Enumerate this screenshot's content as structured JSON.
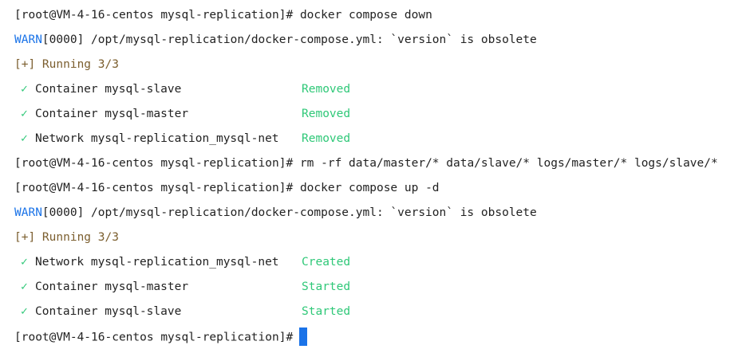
{
  "prompt": "[root@VM-4-16-centos mysql-replication]#",
  "lines": {
    "l1": {
      "command": "docker compose down"
    },
    "l2": {
      "tag": "WARN",
      "rest": "[0000] /opt/mysql-replication/docker-compose.yml: `version` is obsolete"
    },
    "l3": {
      "text": "[+] Running 3/3"
    },
    "l4": {
      "label": "Container mysql-slave",
      "status": "Removed"
    },
    "l5": {
      "label": "Container mysql-master",
      "status": "Removed"
    },
    "l6": {
      "label": "Network mysql-replication_mysql-net",
      "status": "Removed"
    },
    "l7": {
      "command": "rm -rf data/master/* data/slave/* logs/master/* logs/slave/*"
    },
    "l8": {
      "command": "docker compose up -d"
    },
    "l9": {
      "tag": "WARN",
      "rest": "[0000] /opt/mysql-replication/docker-compose.yml: `version` is obsolete"
    },
    "l10": {
      "text": "[+] Running 3/3"
    },
    "l11": {
      "label": "Network mysql-replication_mysql-net",
      "status": "Created"
    },
    "l12": {
      "label": "Container mysql-master",
      "status": "Started"
    },
    "l13": {
      "label": "Container mysql-slave",
      "status": "Started"
    }
  },
  "check_glyph": "✓",
  "colors": {
    "warn": "#1a73e8",
    "running": "#7b5e2e",
    "status": "#2fc878",
    "cursor": "#1a73e8",
    "text": "#222222",
    "background": "#ffffff"
  }
}
